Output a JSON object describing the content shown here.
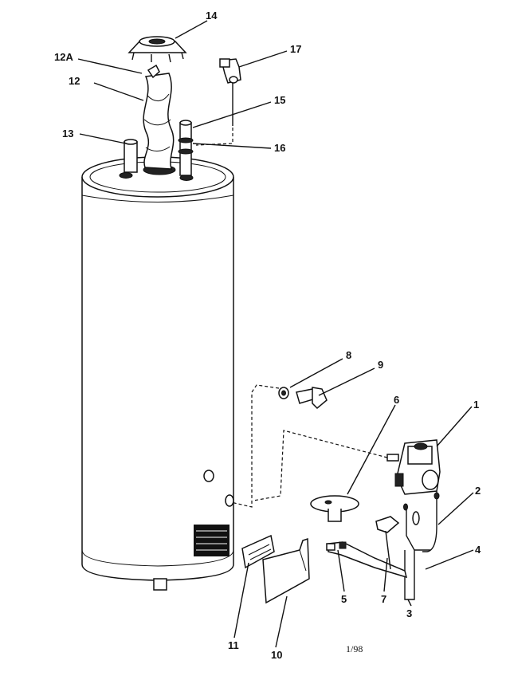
{
  "diagram": {
    "callouts": [
      {
        "id": "1",
        "text": "1"
      },
      {
        "id": "2",
        "text": "2"
      },
      {
        "id": "3",
        "text": "3"
      },
      {
        "id": "4",
        "text": "4"
      },
      {
        "id": "5",
        "text": "5"
      },
      {
        "id": "6",
        "text": "6"
      },
      {
        "id": "7",
        "text": "7"
      },
      {
        "id": "8",
        "text": "8"
      },
      {
        "id": "9",
        "text": "9"
      },
      {
        "id": "10",
        "text": "10"
      },
      {
        "id": "11",
        "text": "11"
      },
      {
        "id": "12",
        "text": "12"
      },
      {
        "id": "12A",
        "text": "12A"
      },
      {
        "id": "13",
        "text": "13"
      },
      {
        "id": "14",
        "text": "14"
      },
      {
        "id": "15",
        "text": "15"
      },
      {
        "id": "16",
        "text": "16"
      },
      {
        "id": "17",
        "text": "17"
      }
    ],
    "footer_code": "1/98"
  }
}
